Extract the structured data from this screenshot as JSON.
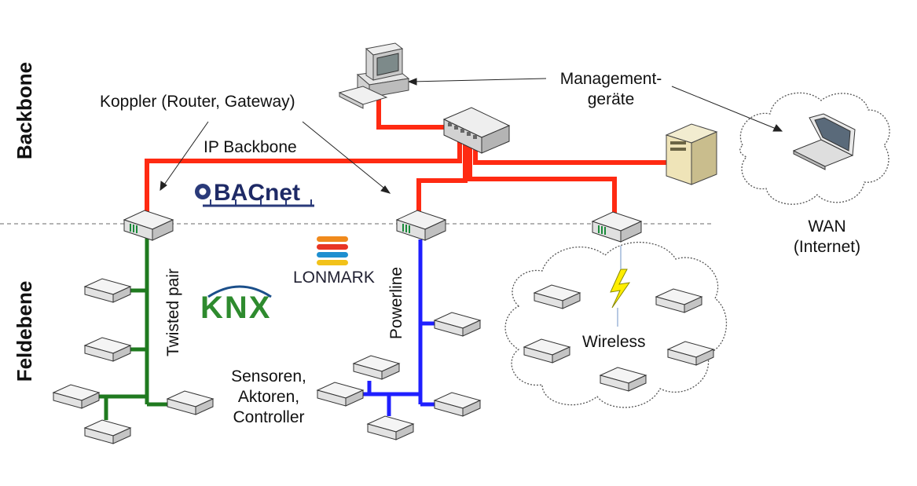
{
  "levels": {
    "backbone": "Backbone",
    "field": "Feldebene"
  },
  "labels": {
    "coupler": "Koppler (Router, Gateway)",
    "ip_backbone": "IP Backbone",
    "management_line1": "Management-",
    "management_line2": "geräte",
    "wan_line1": "WAN",
    "wan_line2": "(Internet)",
    "twisted_pair": "Twisted pair",
    "powerline": "Powerline",
    "wireless": "Wireless",
    "devices_line1": "Sensoren,",
    "devices_line2": "Aktoren,",
    "devices_line3": "Controller"
  },
  "logos": {
    "bacnet": "BACnet",
    "lonmark": "LONMARK",
    "knx": "KNX"
  },
  "colors": {
    "ip_backbone": "#ff2a12",
    "twisted_pair": "#1f7a1f",
    "powerline": "#1f1fff",
    "wireless_bolt": "#ffee00",
    "divider": "#888888"
  },
  "icons": {
    "management_pc": "desktop-computer-icon",
    "switch": "network-switch-icon",
    "server": "server-tower-icon",
    "laptop": "laptop-icon",
    "coupler": "router-icon",
    "field_device": "field-device-icon",
    "cloud": "cloud-icon",
    "lightning": "lightning-icon"
  }
}
